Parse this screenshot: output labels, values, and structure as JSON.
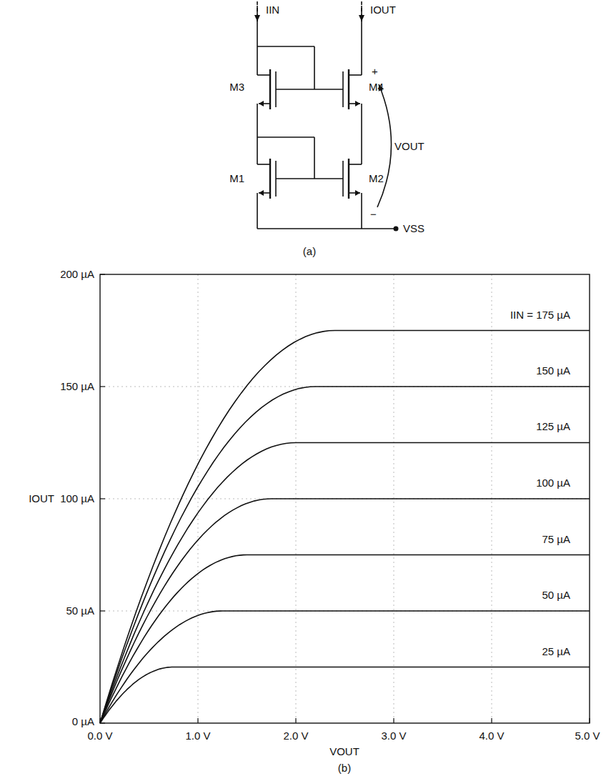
{
  "diagram": {
    "labels": [
      "IIN",
      "IOUT",
      "M3",
      "M4",
      "+",
      "VOUT",
      "M1",
      "M2",
      "−",
      "VSS",
      "(a)",
      "200 µA",
      "IIN = 175 µA",
      "150 µA",
      "150 µA",
      "125 µA",
      "IOUT",
      "100 µA",
      "100 µA",
      "75 µA",
      "50 µA",
      "50 µA",
      "25 µA",
      "0 µA",
      "0.0 V",
      "1.0 V",
      "2.0 V",
      "3.0 V",
      "4.0 V",
      "5.0 V",
      "VOUT",
      "(b)"
    ]
  }
}
